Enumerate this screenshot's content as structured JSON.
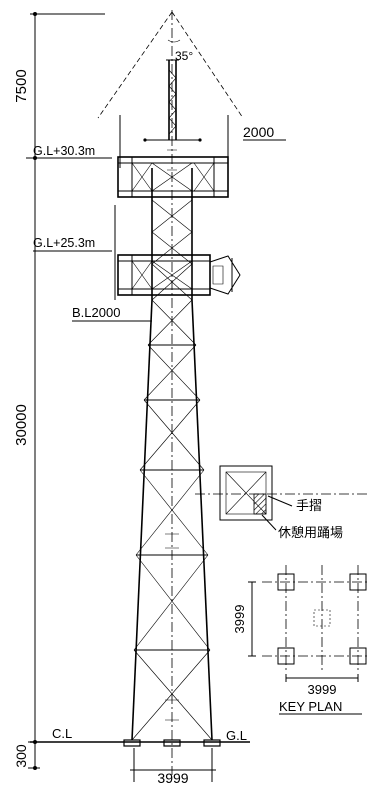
{
  "dimensions": {
    "top_height": "7500",
    "mast_height": "30000",
    "base_height": "300",
    "base_width": "3999",
    "keyplan_width": "3999",
    "keyplan_height": "3999",
    "platform_width": "2000",
    "antenna_angle": "35°"
  },
  "levels": {
    "upper_platform": "G.L+30.3m",
    "lower_platform": "G.L+25.3m",
    "bracing_level": "B.L2000",
    "centre_line": "C.L",
    "ground_line": "G.L"
  },
  "detail": {
    "handrail": "手摺",
    "rest_landing": "休憩用踊場"
  },
  "key_plan": {
    "title": "KEY PLAN"
  }
}
